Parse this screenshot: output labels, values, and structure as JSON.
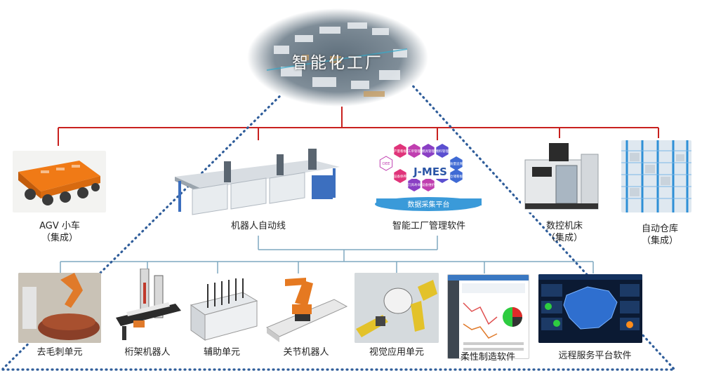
{
  "title": "智能化工厂",
  "colors": {
    "connector": "#c8201e",
    "bracket": "#7fa8c0",
    "pyramid": "#2f5d9a",
    "mes_bar": "#3a9ad9"
  },
  "top_row": [
    {
      "id": "agv",
      "label_line1": "AGV 小车",
      "label_line2": "（集成）",
      "icon": "agv-cart-icon"
    },
    {
      "id": "robot-line",
      "label_line1": "机器人自动线",
      "label_line2": "",
      "icon": "gantry-line-icon"
    },
    {
      "id": "mes",
      "label_line1": "智能工厂管理软件",
      "label_line2": "",
      "icon": "mes-hex-icon"
    },
    {
      "id": "cnc",
      "label_line1": "数控机床",
      "label_line2": "（集成）",
      "icon": "cnc-machine-icon"
    },
    {
      "id": "warehouse",
      "label_line1": "自动仓库",
      "label_line2": "（集成）",
      "icon": "warehouse-rack-icon"
    }
  ],
  "mes": {
    "logo": "J-MES",
    "hexes": [
      "产量看板",
      "工单管理",
      "模具管理",
      "物料管理",
      "OEE",
      "质量追溯",
      "设备保养",
      "刀具寿命",
      "设备维护",
      "人员绩效",
      "仓储看板"
    ],
    "bar_text": "数据采集平台"
  },
  "bottom_row": [
    {
      "id": "deburr",
      "label": "去毛刺单元",
      "icon": "deburring-robot-icon"
    },
    {
      "id": "truss",
      "label": "桁架机器人",
      "icon": "truss-robot-icon"
    },
    {
      "id": "aux",
      "label": "辅助单元",
      "icon": "aux-unit-icon"
    },
    {
      "id": "articulated",
      "label": "关节机器人",
      "icon": "articulated-robot-icon"
    },
    {
      "id": "vision",
      "label": "视觉应用单元",
      "icon": "vision-unit-icon"
    },
    {
      "id": "flexible",
      "label": "柔性制造软件",
      "icon": "dashboard-software-icon"
    },
    {
      "id": "remote",
      "label": "远程服务平台软件",
      "icon": "map-platform-icon"
    }
  ]
}
